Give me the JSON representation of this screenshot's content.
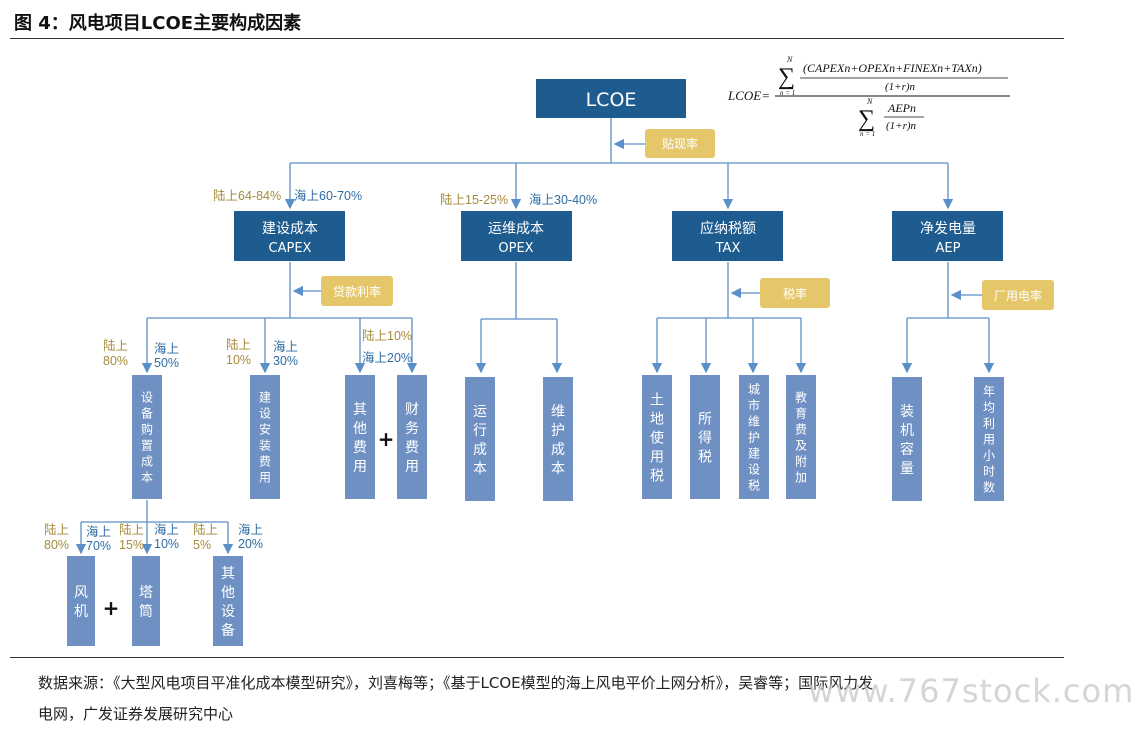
{
  "title": "图 4：风电项目LCOE主要构成因素",
  "formula": {
    "lhs": "LCOE=",
    "sum_top": "N",
    "sum_bottom": "n = 1",
    "numerator_expr": "(CAPEXn+OPEXn+FINEXn+TAXn)",
    "numerator_div": "(1+r)n",
    "denominator_expr": "AEPn",
    "denominator_div": "(1+r)n"
  },
  "root": "LCOE",
  "discount_rate": "贴现率",
  "level1": [
    {
      "cn": "建设成本",
      "en": "CAPEX",
      "land": "陆上64-84%",
      "sea": "海上60-70%"
    },
    {
      "cn": "运维成本",
      "en": "OPEX",
      "land": "陆上15-25%",
      "sea": "海上30-40%"
    },
    {
      "cn": "应纳税额",
      "en": "TAX"
    },
    {
      "cn": "净发电量",
      "en": "AEP"
    }
  ],
  "modifiers": {
    "loan_rate": "贷款利率",
    "tax_rate": "税率",
    "plant_power": "厂用电率"
  },
  "plus": "+",
  "capex_children": [
    {
      "label": "设备购置成本",
      "land_label": "陆上",
      "land_val": "80%",
      "sea_label": "海上",
      "sea_val": "50%"
    },
    {
      "label": "建设安装费用",
      "land_label": "陆上",
      "land_val": "10%",
      "sea_label": "海上",
      "sea_val": "30%"
    },
    {
      "label": "其他费用",
      "land_text": "陆上10%",
      "sea_text": "海上20%"
    },
    {
      "label": "财务费用"
    }
  ],
  "opex_children": [
    {
      "label": "运行成本"
    },
    {
      "label": "维护成本"
    }
  ],
  "tax_children": [
    {
      "label": "土地使用税"
    },
    {
      "label": "所得税"
    },
    {
      "label": "城市维护建设税"
    },
    {
      "label": "教育费及附加"
    }
  ],
  "aep_children": [
    {
      "label": "装机容量"
    },
    {
      "label": "年均利用小时数"
    }
  ],
  "equipment_children": [
    {
      "label": "风机",
      "land_label": "陆上",
      "land_val": "80%",
      "sea_label": "海上",
      "sea_val": "70%"
    },
    {
      "label": "塔筒",
      "land_label": "陆上",
      "land_val": "15%",
      "sea_label": "海上",
      "sea_val": "10%"
    },
    {
      "label": "其他设备",
      "land_label": "陆上",
      "land_val": "5%",
      "sea_label": "海上",
      "sea_val": "20%"
    }
  ],
  "source_line1": "数据来源：《大型风电项目平准化成本模型研究》，刘喜梅等；《基于LCOE模型的海上风电平价上网分析》，吴睿等；国际风力发",
  "source_line2": "电网，广发证券发展研究中心",
  "watermark": "www.767stock.com",
  "colors": {
    "dark_box": "#1e5b8f",
    "light_box": "#6f90c3",
    "gold_box": "#e5c76a",
    "land_text": "#a68a3c",
    "sea_text": "#2e6da4",
    "connector": "#5b8fc7"
  }
}
